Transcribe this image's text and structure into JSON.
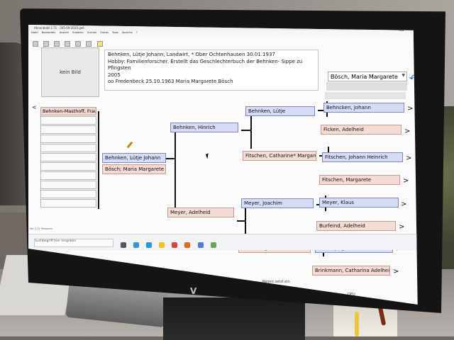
{
  "window": {
    "title": "Ahnenblatt 2.71 - 205-09-2020.ge6",
    "controls": [
      "–",
      "□",
      "✕"
    ]
  },
  "menu": [
    "Datei",
    "Bearbeiten",
    "Ansicht",
    "Erstellen",
    "Suchen",
    "Extras",
    "Tools",
    "Sprache",
    "?"
  ],
  "photo_label": "kein Bild",
  "info_lines": [
    "Behnken, Lütje Johann, Landwirt, * Ober Ochtenhausen 30.01.1937",
    "Hobby: Familienforscher.  Erstellt das Geschlechterbuch der Behnken- Sippe zu Pfingsten",
    "2005",
    "oo Fredenbeck 25.10.1963 Maria Margarete Bösch"
  ],
  "spouse_select": "Bösch, Maria Margarete",
  "siblings": {
    "nav": "<",
    "first": "Behnken-Masthoff, Frauke"
  },
  "proband": {
    "name": "Behnken, Lütje Johann",
    "spouse": "Bösch; Maria Margarete"
  },
  "parents": {
    "father": "Behnken, Hinrich",
    "mother": "Meyer, Adelheid"
  },
  "grandparents": {
    "ff": "Behnken, Lütje",
    "fm": "Fitschen, Catharine* Margare",
    "mf": "Meyer, Joachim",
    "mm": "Heins, Engel"
  },
  "great_grandparents": [
    "Behncken, Johann",
    "Ficken, Adelheid",
    "Fitschen, Johann Heinrich",
    "Fitschen, Margarete",
    "Meyer, Klaus",
    "Burfeind, Adelheid",
    "Heins, Jürgen",
    "Brinkmann, Catharina Adelheid"
  ],
  "more_arrow": ">",
  "status_text": "Ver 2.71  Personen",
  "taskbar": {
    "search_placeholder": "Suchbegriff hier eingeben"
  },
  "weather": "Regen setzt ein",
  "tray_text": "DEU",
  "colors": {
    "male": "#d7dcf5",
    "female": "#f4dcd4",
    "accent": "#2e7fd6"
  },
  "monitor_brand": "V"
}
